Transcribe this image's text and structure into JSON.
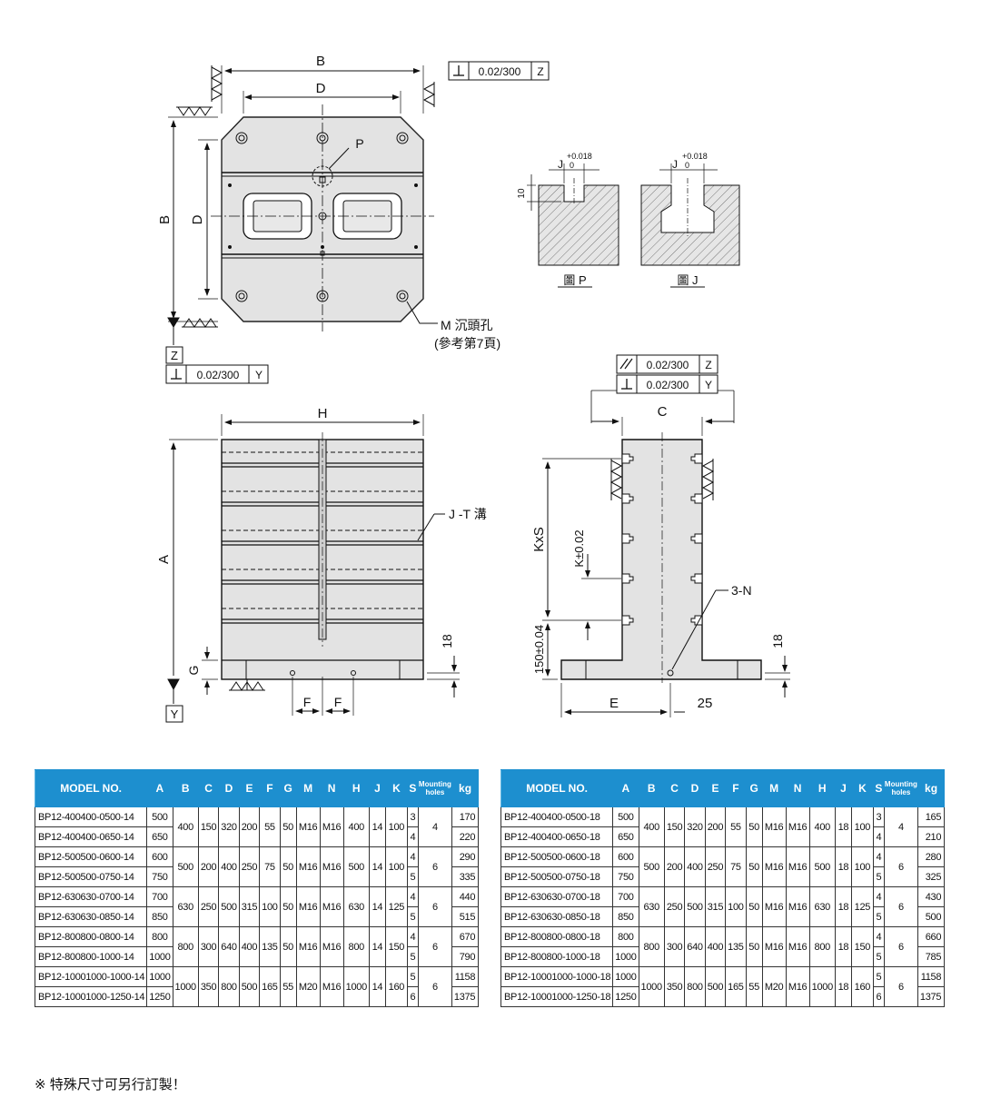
{
  "drawing": {
    "top_view": {
      "label_b_top": "B",
      "label_d_top": "D",
      "label_b_side": "B",
      "label_d_side": "D",
      "label_p": "P",
      "m_label": "M 沉頭孔",
      "m_ref": "(參考第7頁)",
      "datum_z": "Z",
      "tol_top": "0.02/300",
      "tol_top_ref": "Z",
      "tol_bottom": "0.02/300",
      "tol_bottom_ref": "Y"
    },
    "sections": {
      "j_label1": "J",
      "j_label2": "J",
      "tol_plus": "+0.018",
      "tol_zero": "0",
      "depth": "10",
      "caption_p": "圖 P",
      "caption_j": "圖 J"
    },
    "front_view": {
      "label_h": "H",
      "label_a": "A",
      "label_g": "G",
      "label_t": "J -T 溝",
      "label_f1": "F",
      "label_f2": "F",
      "label_18": "18",
      "datum_y": "Y"
    },
    "side_view": {
      "tol_par": "0.02/300",
      "tol_par_ref": "Z",
      "tol_perp": "0.02/300",
      "tol_perp_ref": "Y",
      "label_c": "C",
      "label_kxs": "KxS",
      "label_k": "K±0.02",
      "label_3n": "3-N",
      "label_150": "150±0.04",
      "label_e": "E",
      "label_25": "25",
      "label_18": "18"
    }
  },
  "table": {
    "headers": [
      "MODEL NO.",
      "A",
      "B",
      "C",
      "D",
      "E",
      "F",
      "G",
      "M",
      "N",
      "H",
      "J",
      "K",
      "S",
      "Mounting holes",
      "kg"
    ],
    "left": [
      {
        "pair": [
          [
            "BP12-400400-0500-14",
            "500",
            "3",
            "170"
          ],
          [
            "BP12-400400-0650-14",
            "650",
            "4",
            "220"
          ]
        ],
        "B": "400",
        "C": "150",
        "D": "320",
        "E": "200",
        "F": "55",
        "G": "50",
        "M": "M16",
        "N": "M16",
        "H": "400",
        "J": "14",
        "K": "100",
        "holes": "4"
      },
      {
        "pair": [
          [
            "BP12-500500-0600-14",
            "600",
            "4",
            "290"
          ],
          [
            "BP12-500500-0750-14",
            "750",
            "5",
            "335"
          ]
        ],
        "B": "500",
        "C": "200",
        "D": "400",
        "E": "250",
        "F": "75",
        "G": "50",
        "M": "M16",
        "N": "M16",
        "H": "500",
        "J": "14",
        "K": "100",
        "holes": "6"
      },
      {
        "pair": [
          [
            "BP12-630630-0700-14",
            "700",
            "4",
            "440"
          ],
          [
            "BP12-630630-0850-14",
            "850",
            "5",
            "515"
          ]
        ],
        "B": "630",
        "C": "250",
        "D": "500",
        "E": "315",
        "F": "100",
        "G": "50",
        "M": "M16",
        "N": "M16",
        "H": "630",
        "J": "14",
        "K": "125",
        "holes": "6"
      },
      {
        "pair": [
          [
            "BP12-800800-0800-14",
            "800",
            "4",
            "670"
          ],
          [
            "BP12-800800-1000-14",
            "1000",
            "5",
            "790"
          ]
        ],
        "B": "800",
        "C": "300",
        "D": "640",
        "E": "400",
        "F": "135",
        "G": "50",
        "M": "M16",
        "N": "M16",
        "H": "800",
        "J": "14",
        "K": "150",
        "holes": "6"
      },
      {
        "pair": [
          [
            "BP12-10001000-1000-14",
            "1000",
            "5",
            "1158"
          ],
          [
            "BP12-10001000-1250-14",
            "1250",
            "6",
            "1375"
          ]
        ],
        "B": "1000",
        "C": "350",
        "D": "800",
        "E": "500",
        "F": "165",
        "G": "55",
        "M": "M20",
        "N": "M16",
        "H": "1000",
        "J": "14",
        "K": "160",
        "holes": "6"
      }
    ],
    "right": [
      {
        "pair": [
          [
            "BP12-400400-0500-18",
            "500",
            "3",
            "165"
          ],
          [
            "BP12-400400-0650-18",
            "650",
            "4",
            "210"
          ]
        ],
        "B": "400",
        "C": "150",
        "D": "320",
        "E": "200",
        "F": "55",
        "G": "50",
        "M": "M16",
        "N": "M16",
        "H": "400",
        "J": "18",
        "K": "100",
        "holes": "4"
      },
      {
        "pair": [
          [
            "BP12-500500-0600-18",
            "600",
            "4",
            "280"
          ],
          [
            "BP12-500500-0750-18",
            "750",
            "5",
            "325"
          ]
        ],
        "B": "500",
        "C": "200",
        "D": "400",
        "E": "250",
        "F": "75",
        "G": "50",
        "M": "M16",
        "N": "M16",
        "H": "500",
        "J": "18",
        "K": "100",
        "holes": "6"
      },
      {
        "pair": [
          [
            "BP12-630630-0700-18",
            "700",
            "4",
            "430"
          ],
          [
            "BP12-630630-0850-18",
            "850",
            "5",
            "500"
          ]
        ],
        "B": "630",
        "C": "250",
        "D": "500",
        "E": "315",
        "F": "100",
        "G": "50",
        "M": "M16",
        "N": "M16",
        "H": "630",
        "J": "18",
        "K": "125",
        "holes": "6"
      },
      {
        "pair": [
          [
            "BP12-800800-0800-18",
            "800",
            "4",
            "660"
          ],
          [
            "BP12-800800-1000-18",
            "1000",
            "5",
            "785"
          ]
        ],
        "B": "800",
        "C": "300",
        "D": "640",
        "E": "400",
        "F": "135",
        "G": "50",
        "M": "M16",
        "N": "M16",
        "H": "800",
        "J": "18",
        "K": "150",
        "holes": "6"
      },
      {
        "pair": [
          [
            "BP12-10001000-1000-18",
            "1000",
            "5",
            "1158"
          ],
          [
            "BP12-10001000-1250-18",
            "1250",
            "6",
            "1375"
          ]
        ],
        "B": "1000",
        "C": "350",
        "D": "800",
        "E": "500",
        "F": "165",
        "G": "55",
        "M": "M20",
        "N": "M16",
        "H": "1000",
        "J": "18",
        "K": "160",
        "holes": "6"
      }
    ]
  },
  "note": "※ 特殊尺寸可另行訂製！"
}
